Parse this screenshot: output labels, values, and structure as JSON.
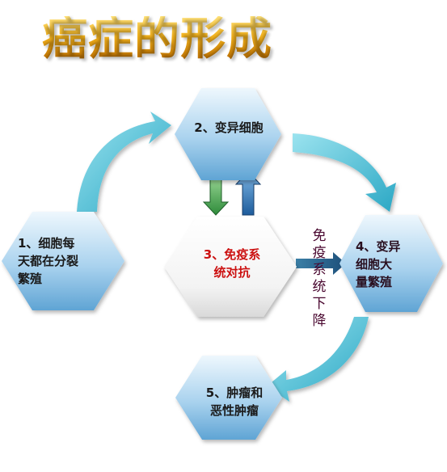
{
  "title": "癌症的形成",
  "nodes": [
    {
      "id": "n1",
      "label": "1、细胞每天都在分裂繁殖",
      "lines": [
        "1、细胞每",
        "天都在分裂",
        "繁殖"
      ]
    },
    {
      "id": "n2",
      "label": "2、变异细胞",
      "lines": [
        "2、变异细胞"
      ]
    },
    {
      "id": "n3",
      "label": "3、免疫系统对抗",
      "lines": [
        "3、免疫系",
        "统对抗"
      ]
    },
    {
      "id": "n4",
      "label": "4、变异细胞大量繁殖",
      "lines": [
        "4、变异",
        "细胞大",
        "量繁殖"
      ]
    },
    {
      "id": "n5",
      "label": "5、肿瘤和恶性肿瘤",
      "lines": [
        "5、肿瘤和",
        "恶性肿瘤"
      ]
    }
  ],
  "edge_label": "免疫系统下降",
  "colors": {
    "hex_blue_light": "#d8ecf8",
    "hex_blue_dark": "#6aaed8",
    "hex_white": "#ffffff",
    "arrow_teal": "#4fc3d6",
    "label_red": "#cc1111",
    "title_gold": "#f0b020"
  }
}
